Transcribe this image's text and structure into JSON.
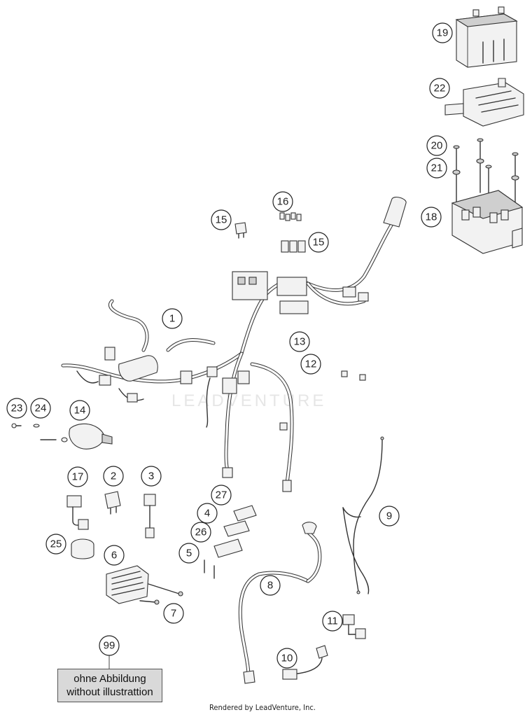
{
  "watermark": "LEADVENTURE",
  "note": {
    "callout": "99",
    "line1": "ohne Abbildung",
    "line2": "without illustrattion"
  },
  "footer": "Rendered by LeadVenture, Inc.",
  "callouts": [
    "1",
    "2",
    "3",
    "4",
    "5",
    "6",
    "7",
    "8",
    "9",
    "10",
    "11",
    "12",
    "13",
    "14",
    "15",
    "15",
    "16",
    "17",
    "18",
    "19",
    "20",
    "21",
    "22",
    "23",
    "24",
    "25",
    "26",
    "27",
    "99"
  ]
}
